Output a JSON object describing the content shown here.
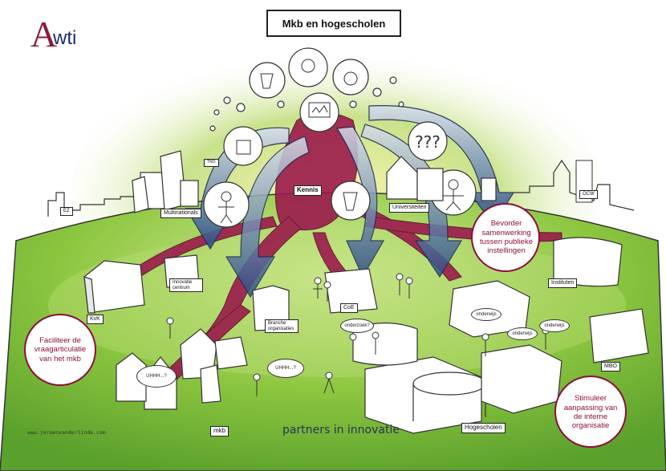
{
  "title": "Mkb en hogescholen",
  "logo": {
    "mark": "A",
    "text": "wti"
  },
  "center_label": "Kennis",
  "labels": {
    "multinationals": "Multinationals",
    "universiteiten": "Universiteiten",
    "kvk": "KvK",
    "innovatiecentrum": "Innovatie centrum",
    "branche": "Branche organisaties",
    "coe": "CoE",
    "instituten": "Instituten",
    "mbo": "MBO",
    "hogescholen": "Hogescholen",
    "mkb": "mkb",
    "tno": "TNO",
    "ocw": "OCW",
    "ez": "EZ"
  },
  "callouts": {
    "left": "Faciliteer de vraagarticulatie van het mkb",
    "right_top": "Bevorder samenwerking tussen publieke instellingen",
    "right_bottom": "Stimuleer aanpassing van de interne organisatie"
  },
  "speech": {
    "uhhh1": "UHHH...?",
    "uhhh2": "UHHH...?",
    "onderzoek": "onderzoek?",
    "onderwijs1": "onderwijs",
    "onderwijs2": "onderwijs",
    "onderwijs3": "onderwijs"
  },
  "footer": "partners in innovatie",
  "credit": "www.jeroenvanderlinde.com",
  "colors": {
    "grass": "#8bc34a",
    "ribbon": "#9b1b4c",
    "arrow_blue": "#2c4f86",
    "callout_text": "#8b0f3a"
  }
}
